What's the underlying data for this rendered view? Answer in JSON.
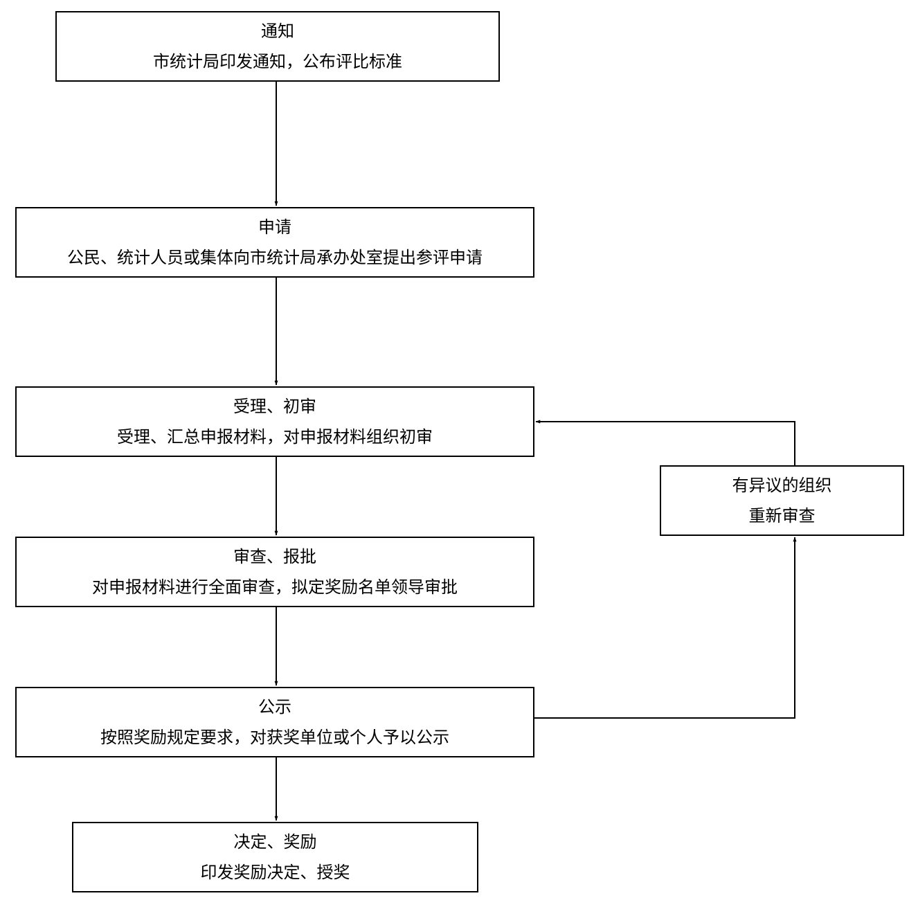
{
  "nodes": {
    "notice": {
      "title": "通知",
      "desc": "市统计局印发通知，公布评比标准"
    },
    "apply": {
      "title": "申请",
      "desc": "公民、统计人员或集体向市统计局承办处室提出参评申请"
    },
    "accept": {
      "title": "受理、初审",
      "desc": "受理、汇总申报材料，对申报材料组织初审"
    },
    "review": {
      "title": "审查、报批",
      "desc": "对申报材料进行全面审查，拟定奖励名单领导审批"
    },
    "publicity": {
      "title": "公示",
      "desc": "按照奖励规定要求，对获奖单位或个人予以公示"
    },
    "decision": {
      "title": "决定、奖励",
      "desc": "印发奖励决定、授奖"
    },
    "objection": {
      "title": "有异议的组织",
      "desc": "重新审查"
    }
  }
}
